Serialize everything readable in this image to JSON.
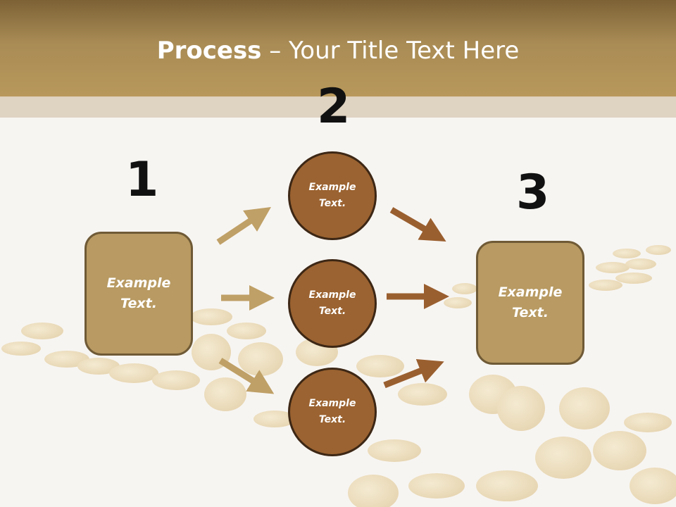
{
  "title": {
    "bold": "Process",
    "rest": " – Your Title Text Here"
  },
  "steps": {
    "one": "1",
    "two": "2",
    "three": "3"
  },
  "box_left": "Example Text.",
  "box_right": "Example Text.",
  "circles": [
    "Example Text.",
    "Example Text.",
    "Example Text."
  ],
  "colors": {
    "header": "#b8985b",
    "box": "#b89a62",
    "circle": "#9b6331",
    "arrow_light": "#bfa066",
    "arrow_dark": "#9a5f2f"
  }
}
